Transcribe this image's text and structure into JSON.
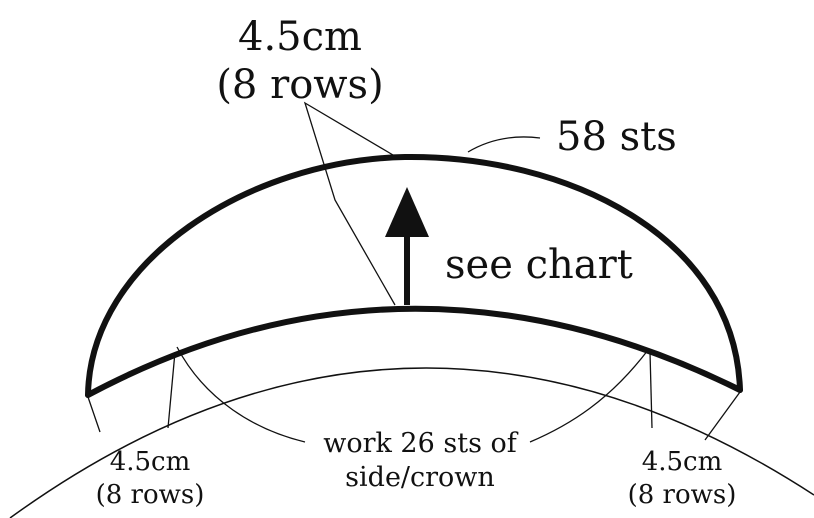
{
  "labels": {
    "top_size": "4.5cm",
    "top_rows": "(8 rows)",
    "stitches": "58 sts",
    "direction": "see chart",
    "bottom_line1": "work 26 sts of",
    "bottom_line2": "side/crown",
    "left_size": "4.5cm",
    "left_rows": "(8 rows)",
    "right_size": "4.5cm",
    "right_rows": "(8 rows)"
  },
  "colors": {
    "ink": "#111111",
    "background": "#ffffff"
  }
}
